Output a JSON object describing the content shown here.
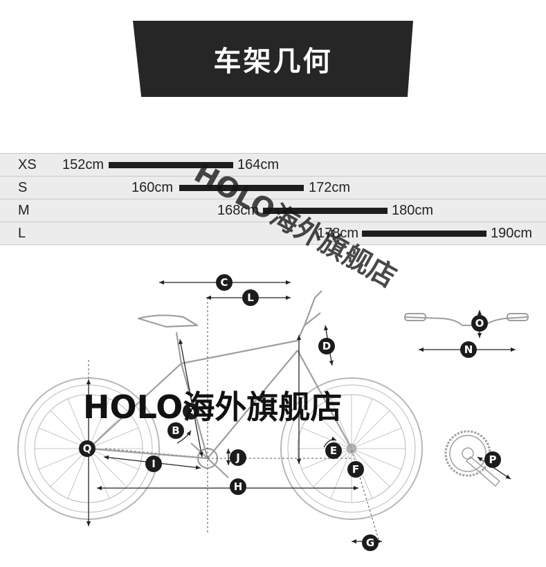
{
  "banner": {
    "title": "车架几何"
  },
  "size_chart": {
    "rows": [
      {
        "size": "XS",
        "min": "152cm",
        "max": "164cm"
      },
      {
        "size": "S",
        "min": "160cm",
        "max": "172cm"
      },
      {
        "size": "M",
        "min": "168cm",
        "max": "180cm"
      },
      {
        "size": "L",
        "min": "178cm",
        "max": "190cm"
      }
    ]
  },
  "geometry_labels": [
    "C",
    "L",
    "D",
    "O",
    "N",
    "A",
    "B",
    "Q",
    "I",
    "J",
    "E",
    "F",
    "H",
    "G",
    "P"
  ],
  "watermarks": {
    "diagonal": "HOLO海外旗舰店",
    "center": "HOLO海外旗舰店"
  },
  "colors": {
    "banner": "#262626",
    "bar": "#1e1e1e",
    "row_bg": "#ececec",
    "badge": "#1c1c1c",
    "line": "#bdbdbd"
  }
}
